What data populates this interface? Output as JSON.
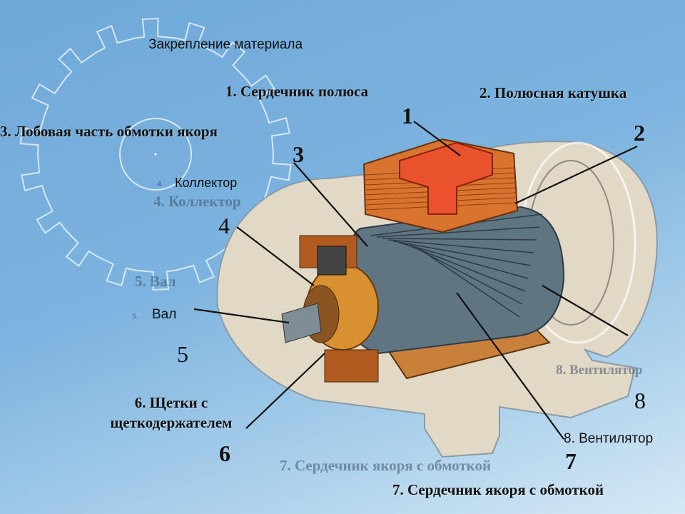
{
  "slide_title": "Закрепление материала",
  "labels": {
    "l1": "1. Сердечник полюса",
    "l2": "2. Полюсная катушка",
    "l3": "3. Лобовая часть обмотки якоря",
    "l4_num": "4.",
    "l4": "Коллектор",
    "l4_ghost": "4. Коллектор",
    "l5_ghost": "5. Вал",
    "l5_num": "5.",
    "l5": "Вал",
    "l6": "6. Щетки с щеткодержателем",
    "l7": "7. Сердечник якоря с обмоткой",
    "l7_ghost": "7. Сердечник якоря с обмоткой",
    "l8_ghost": "8. Вентилятор",
    "l8": "8. Вентилятор"
  },
  "numbers": {
    "n1": "1",
    "n2": "2",
    "n3": "3",
    "n4": "4",
    "n5": "5",
    "n6": "6",
    "n7": "7",
    "n8": "8"
  }
}
